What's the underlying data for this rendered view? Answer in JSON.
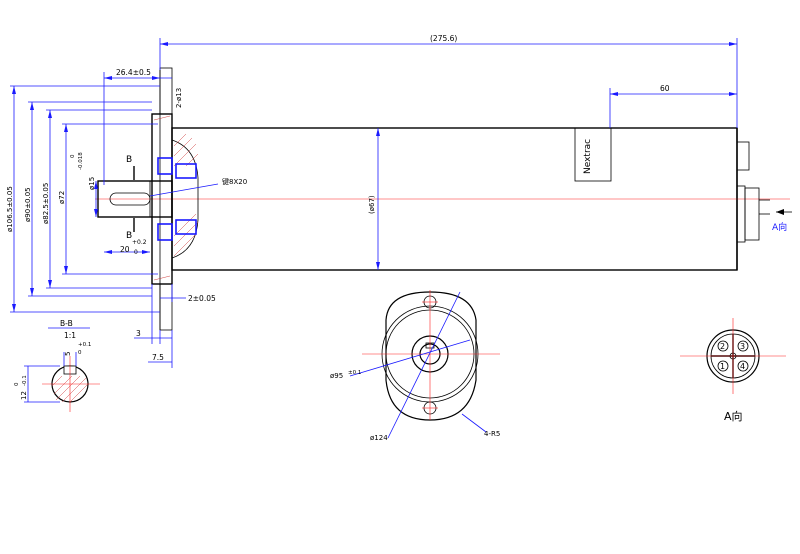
{
  "dimensions": {
    "overall_length": "(275.6)",
    "flange_offset": "26.4±0.5",
    "flange_bolt_hole": "2-ø13",
    "brand_offset": "60",
    "key_note": "键8X20",
    "tube_diameter": "(ø67)",
    "d1": "ø106.5±0.05",
    "d2": "ø90±0.05",
    "d3": "ø82.5±0.05",
    "d4": "ø72",
    "d5_main": "ø15",
    "d5_tol_upper": "0",
    "d5_tol_lower": "-0.018",
    "shaft_len_main": "20",
    "shaft_len_tol_upper": "+0.2",
    "shaft_len_tol_lower": "0",
    "flange_thk": "2±0.05",
    "dim_3": "3",
    "dim_75": "7.5",
    "face_d1": "ø95",
    "face_d1_tol": "±0.1",
    "face_d2": "ø124",
    "face_r": "4-R5"
  },
  "labels": {
    "brand": "Nextrac",
    "section_marker": "B",
    "section_title": "B-B",
    "section_scale": "1:1",
    "view_arrow": "A向",
    "view_title": "A向"
  },
  "section": {
    "key_width": "5",
    "key_width_tol_upper": "+0.1",
    "key_width_tol_lower": "0",
    "key_height": "12",
    "key_height_tol_upper": "0",
    "key_height_tol_lower": "-0.1"
  },
  "connector": {
    "pins": [
      "1",
      "2",
      "3",
      "4"
    ]
  }
}
